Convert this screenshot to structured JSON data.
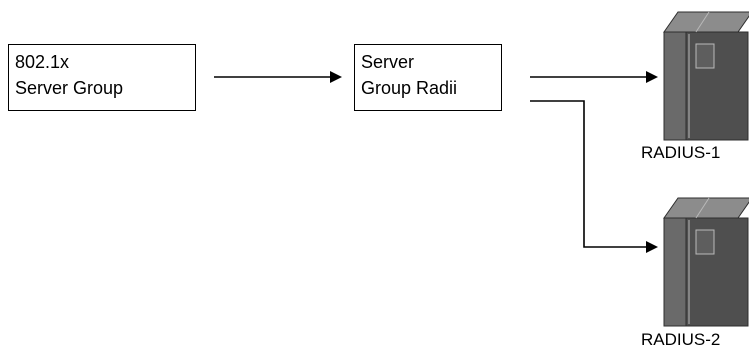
{
  "nodes": {
    "source": {
      "line1": "802.1x",
      "line2": "Server Group"
    },
    "group": {
      "line1": "Server",
      "line2": "Group Radii"
    },
    "servers": [
      {
        "label": "RADIUS-1"
      },
      {
        "label": "RADIUS-2"
      }
    ]
  },
  "colors": {
    "line": "#000000",
    "server_dark": "#4f4f4f",
    "server_mid": "#8c8c8c",
    "server_light": "#b9b9b9",
    "server_edge": "#2e2e2e"
  },
  "icons": [
    "server-icon",
    "server-icon"
  ]
}
